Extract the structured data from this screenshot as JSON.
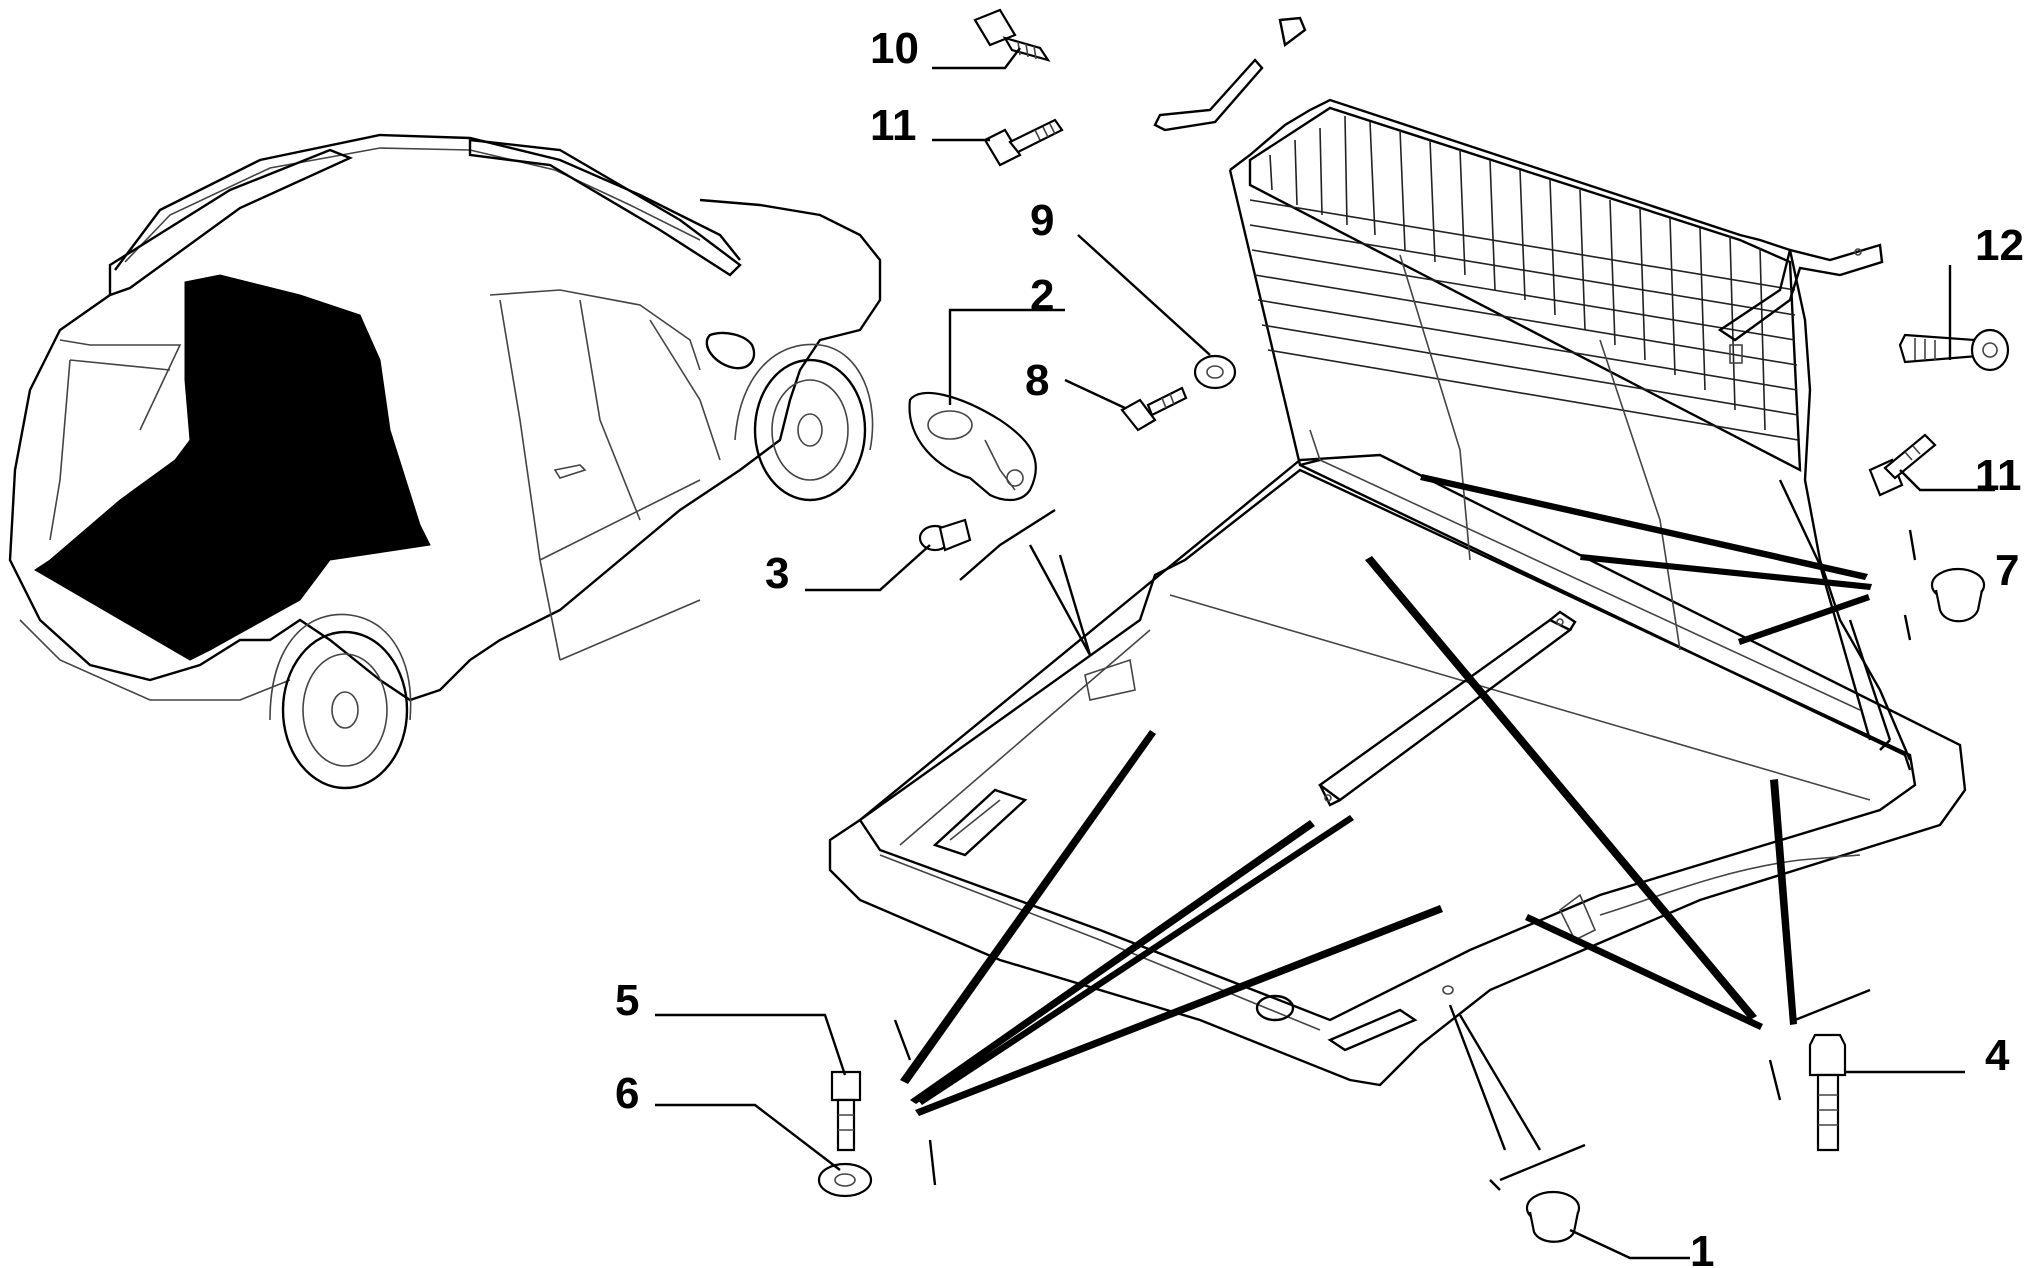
{
  "diagram": {
    "type": "exploded-parts-diagram",
    "colors": {
      "background": "#ffffff",
      "ink": "#000000",
      "highlight": "#000000"
    },
    "callouts": [
      {
        "id": "c1",
        "number": "1"
      },
      {
        "id": "c2",
        "number": "2"
      },
      {
        "id": "c3",
        "number": "3"
      },
      {
        "id": "c4",
        "number": "4"
      },
      {
        "id": "c5",
        "number": "5"
      },
      {
        "id": "c6",
        "number": "6"
      },
      {
        "id": "c7",
        "number": "7"
      },
      {
        "id": "c8",
        "number": "8"
      },
      {
        "id": "c9",
        "number": "9"
      },
      {
        "id": "c10",
        "number": "10"
      },
      {
        "id": "c11a",
        "number": "11"
      },
      {
        "id": "c11b",
        "number": "11"
      },
      {
        "id": "c12",
        "number": "12"
      }
    ]
  }
}
